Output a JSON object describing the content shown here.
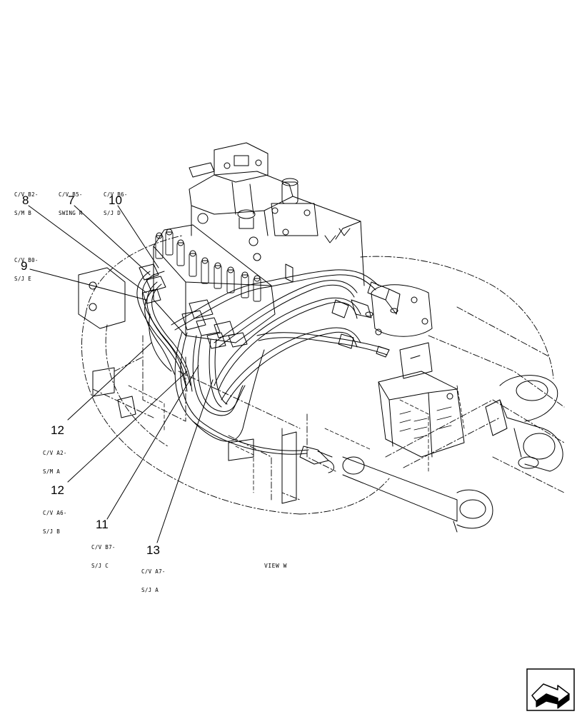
{
  "view_label": "VIEW W",
  "callouts": [
    {
      "number": "8",
      "code1": "C/V B2-",
      "code2": "S/M B"
    },
    {
      "number": "7",
      "code1": "C/V B5-",
      "code2": "SWING R"
    },
    {
      "number": "10",
      "code1": "C/V B6-",
      "code2": "S/J D"
    },
    {
      "number": "9",
      "code1": "C/V B0-",
      "code2": "S/J E"
    },
    {
      "number": "12",
      "code1": "C/V A2-",
      "code2": "S/M A"
    },
    {
      "number": "12",
      "code1": "C/V A6-",
      "code2": "S/J B"
    },
    {
      "number": "11",
      "code1": "C/V B7-",
      "code2": "S/J C"
    },
    {
      "number": "13",
      "code1": "C/V A7-",
      "code2": "S/J A"
    }
  ],
  "nav_icon": "next-page-arrow-icon"
}
